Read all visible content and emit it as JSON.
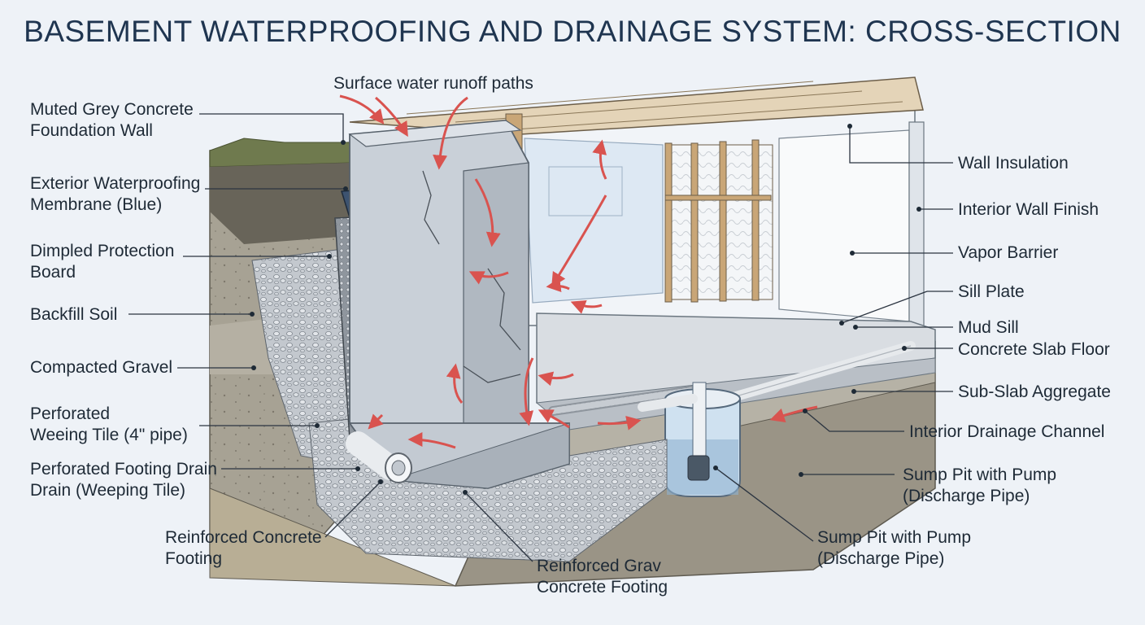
{
  "title": "BASEMENT WATERPROOFING AND DRAINAGE SYSTEM: CROSS-SECTION",
  "colors": {
    "background": "#eef2f7",
    "title": "#1f3550",
    "membrane": "#3d5370",
    "arrow": "#d9534f",
    "concrete": "#c9d0d8",
    "soil": "#8e8a7e",
    "gravel": "#b7bcc2",
    "vapor_barrier": "#dbe7f3"
  },
  "labels": {
    "surface_runoff": "Surface water runoff paths",
    "foundation_wall": [
      "Muted Grey Concrete",
      "Foundation Wall"
    ],
    "membrane": [
      "Exterior Waterproofing",
      "Membrane (Blue)"
    ],
    "dimpled_board": [
      "Dimpled Protection",
      "Board"
    ],
    "backfill": "Backfill Soil",
    "gravel": "Compacted Gravel",
    "weeping_tile": [
      "Perforated",
      "Weeing Tile (4\" pipe)"
    ],
    "footing_drain": [
      "Perforated Footing Drain",
      "Drain (Weeping Tile)"
    ],
    "footing": [
      "Reinforced Concrete",
      "Footing"
    ],
    "grav_footing": [
      "Reinforced Grav",
      "Concrete Footing"
    ],
    "wall_insulation": "Wall Insulation",
    "interior_finish": "Interior Wall Finish",
    "vapor_barrier": "Vapor Barrier",
    "sill_plate": "Sill Plate",
    "mud_sill": "Mud Sill",
    "slab_floor": "Concrete Slab Floor",
    "sub_slab": "Sub-Slab Aggregate",
    "interior_channel": "Interior Drainage Channel",
    "sump_right": [
      "Sump Pit with Pump",
      "(Discharge Pipe)"
    ],
    "sump_bottom": [
      "Sump Pit with Pump",
      "(Discharge Pipe)"
    ]
  }
}
